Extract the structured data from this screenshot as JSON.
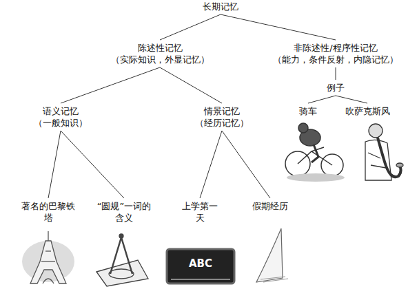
{
  "diagram": {
    "nodes": [
      {
        "text": [
          "长期记忆"
        ]
      },
      {
        "text": [
          "陈述性记忆",
          "（实际知识，外显记忆）"
        ]
      },
      {
        "text": [
          "非陈述性/程序性记忆",
          "（能力，条件反射，内隐记忆）"
        ]
      },
      {
        "text": [
          "语义记忆",
          "（一般知识）"
        ]
      },
      {
        "text": [
          "情景记忆",
          "（经历记忆）"
        ]
      },
      {
        "text": [
          "例子"
        ]
      },
      {
        "text": [
          "骑车"
        ]
      },
      {
        "text": [
          "吹萨克斯风"
        ]
      },
      {
        "text": [
          "著名的巴黎铁塔"
        ]
      },
      {
        "text": [
          "“圆规”一词的含义"
        ]
      },
      {
        "text": [
          "上学第一天"
        ]
      },
      {
        "text": [
          "假期经历"
        ]
      }
    ],
    "edges": [
      {
        "from": 0,
        "to": 1,
        "arrow": "none"
      },
      {
        "from": 0,
        "to": 2,
        "arrow": "none"
      },
      {
        "from": 1,
        "to": 3,
        "arrow": "none"
      },
      {
        "from": 1,
        "to": 4,
        "arrow": "none"
      },
      {
        "from": 2,
        "to": 5,
        "arrow": "none"
      },
      {
        "from": 5,
        "to": 6,
        "arrow": "none"
      },
      {
        "from": 5,
        "to": 7,
        "arrow": "none"
      },
      {
        "from": 3,
        "to": 8,
        "arrow": "none"
      },
      {
        "from": 3,
        "to": 9,
        "arrow": "none"
      },
      {
        "from": 4,
        "to": 10,
        "arrow": "none"
      },
      {
        "from": 4,
        "to": 11,
        "arrow": "none"
      }
    ],
    "labels": [
      "ABC"
    ]
  }
}
